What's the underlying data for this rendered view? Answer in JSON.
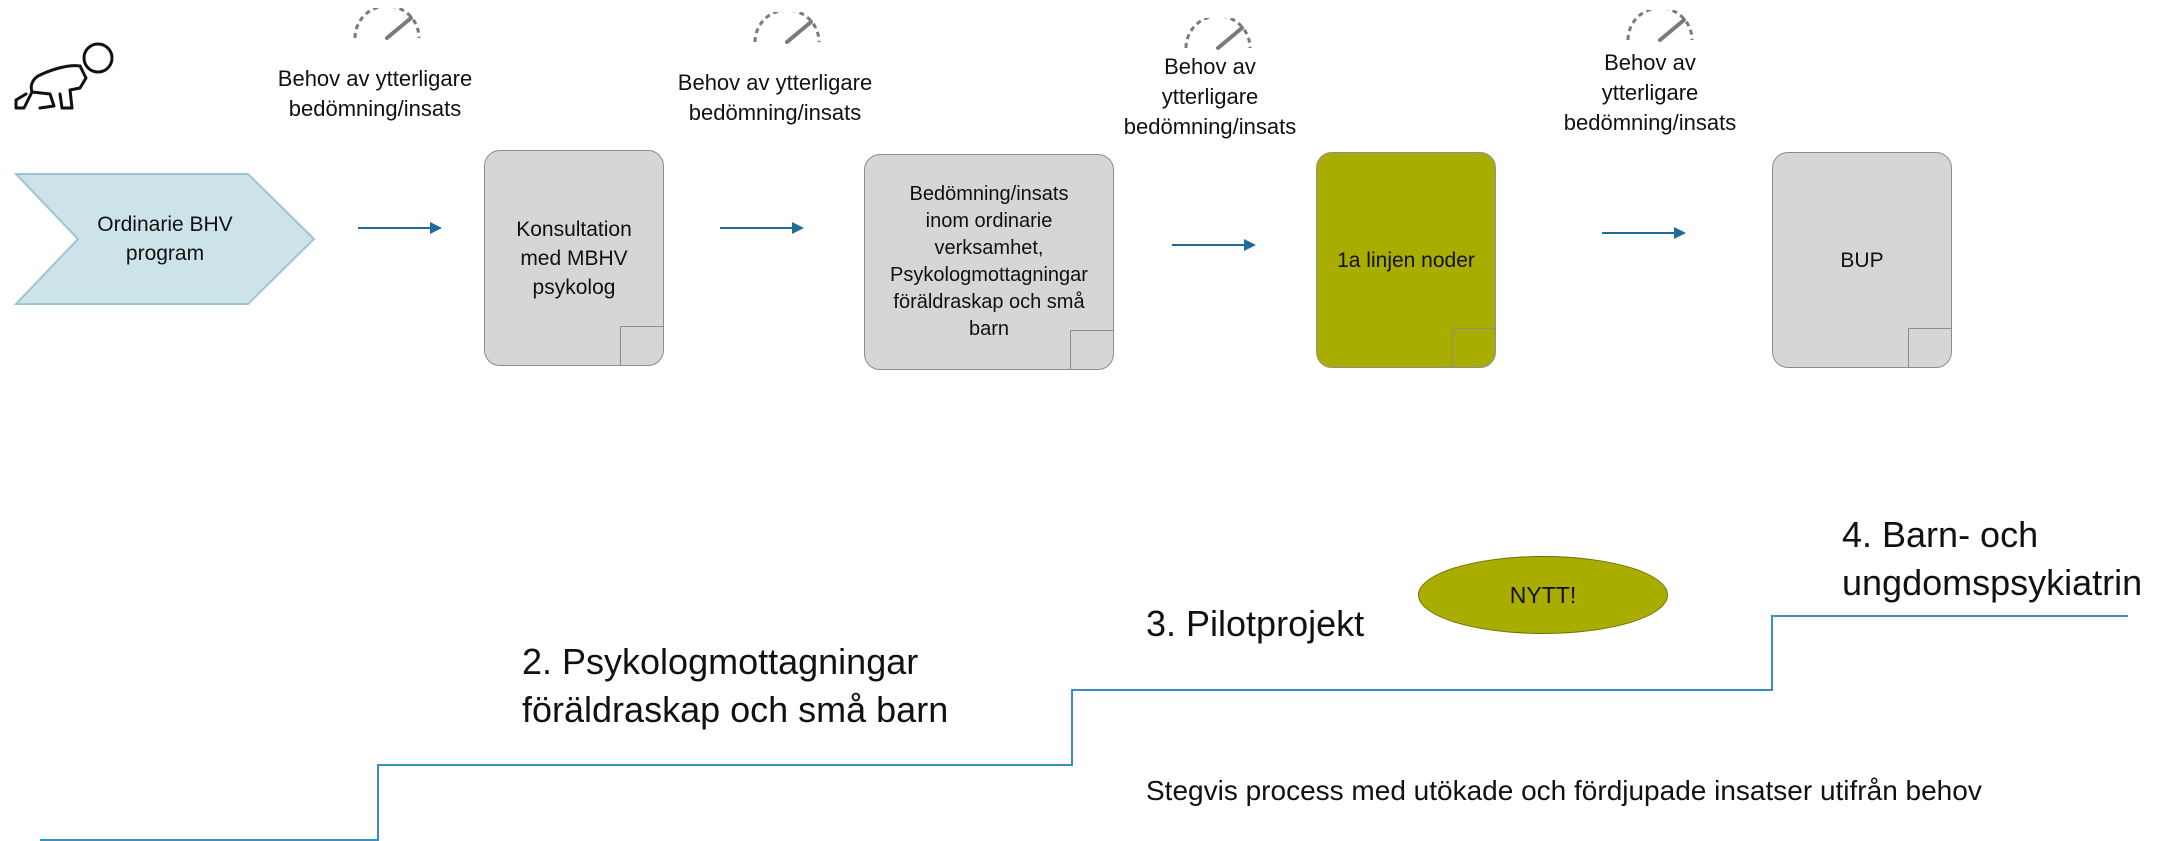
{
  "flow": {
    "need_labels": [
      {
        "lines": [
          "Behov av ytterligare",
          "bedömning/insats"
        ]
      },
      {
        "lines": [
          "Behov av ytterligare",
          "bedömning/insats"
        ]
      },
      {
        "lines": [
          "Behov av",
          "ytterligare",
          "bedömning/insats"
        ]
      },
      {
        "lines": [
          "Behov av",
          "ytterligare",
          "bedömning/insats"
        ]
      }
    ],
    "start": {
      "lines": [
        "Ordinarie BHV",
        "program"
      ],
      "color": "#cde3ea"
    },
    "boxes": [
      {
        "lines": [
          "Konsultation",
          "med MBHV",
          "psykolog"
        ],
        "color": "#d6d6d6"
      },
      {
        "lines": [
          "Bedömning/insats",
          "inom ordinarie",
          "verksamhet,",
          "Psykologmottagningar",
          "föräldraskap och små",
          "barn"
        ],
        "color": "#d6d6d6"
      },
      {
        "lines": [
          "1a linjen noder"
        ],
        "color": "#a8ad00"
      },
      {
        "lines": [
          "BUP"
        ],
        "color": "#d6d6d6"
      }
    ],
    "arrow_color": "#1f6b99",
    "icons": {
      "start": "crawling-baby-icon",
      "need": "gauge-icon"
    }
  },
  "staircase": {
    "steps": [
      {
        "lines": [
          "2. Psykologmottagningar",
          "föräldraskap och små barn"
        ]
      },
      {
        "lines": [
          "3. Pilotprojekt"
        ]
      },
      {
        "lines": [
          "4. Barn- och",
          "ungdomspsykiatrin"
        ]
      }
    ],
    "badge": "NYTT!",
    "line_color": "#3b8ebd",
    "caption": "Stegvis process med utökade och fördjupade insatser utifrån behov"
  }
}
